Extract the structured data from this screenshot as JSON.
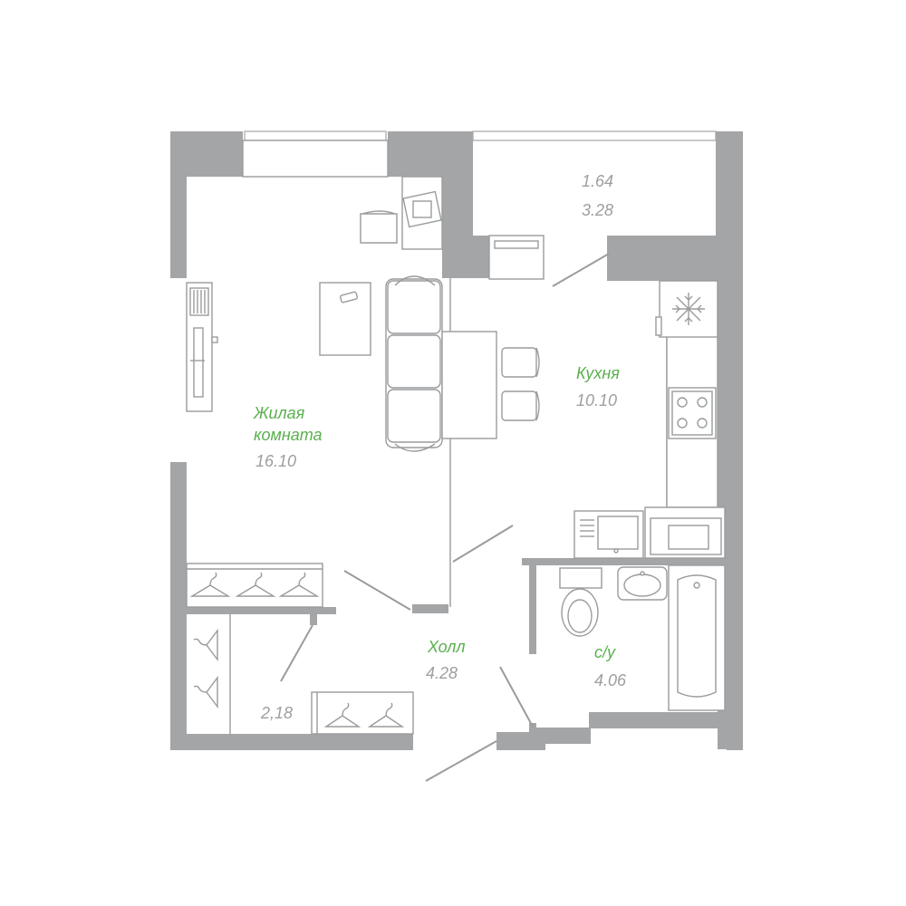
{
  "rooms": {
    "living_room": {
      "name_line1": "Жилая",
      "name_line2": "комната",
      "area": "16.10"
    },
    "kitchen": {
      "name": "Кухня",
      "area": "10.10"
    },
    "hall": {
      "name": "Холл",
      "area": "4.28"
    },
    "bathroom": {
      "name": "с/у",
      "area": "4.06"
    },
    "closet": {
      "area": "2,18"
    },
    "balcony": {
      "area_line1": "1.64",
      "area_line2": "3.28"
    }
  },
  "colors": {
    "wall": "#a4a5a7",
    "room_name": "#5bb04f",
    "area_text": "#9d9ea0"
  },
  "icons": [
    "hanger-icon",
    "snowflake-icon",
    "stove-icon",
    "toilet-icon",
    "sink-icon",
    "bathtub-icon",
    "tv-icon",
    "radiator-icon",
    "chair-icon",
    "sofa-icon",
    "table-icon",
    "phone-icon",
    "microwave-icon",
    "oven-icon",
    "desk-icon"
  ]
}
